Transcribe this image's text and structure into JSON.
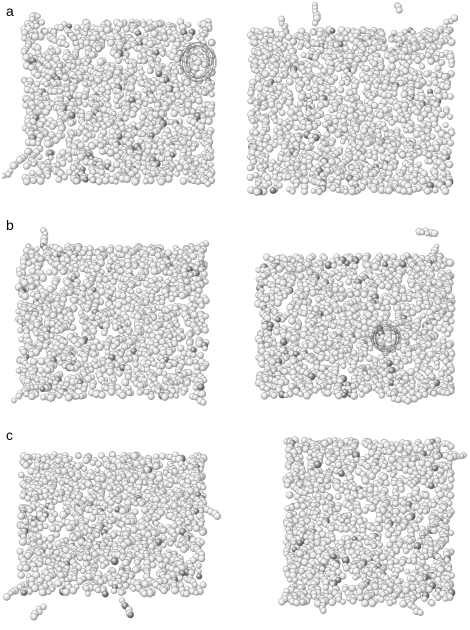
{
  "panels": [
    {
      "label": "a",
      "images": [
        "molecular-cluster-left",
        "molecular-cluster-right"
      ]
    },
    {
      "label": "b",
      "images": [
        "molecular-cluster-left",
        "molecular-cluster-right"
      ]
    },
    {
      "label": "c",
      "images": [
        "molecular-cluster-left",
        "molecular-cluster-right"
      ]
    }
  ],
  "colors": {
    "background": "#ffffff",
    "atom_light": "#e6e6e6",
    "atom_mid": "#b4b4b4",
    "atom_dark": "#5a5a5a",
    "label_text": "#000000"
  }
}
